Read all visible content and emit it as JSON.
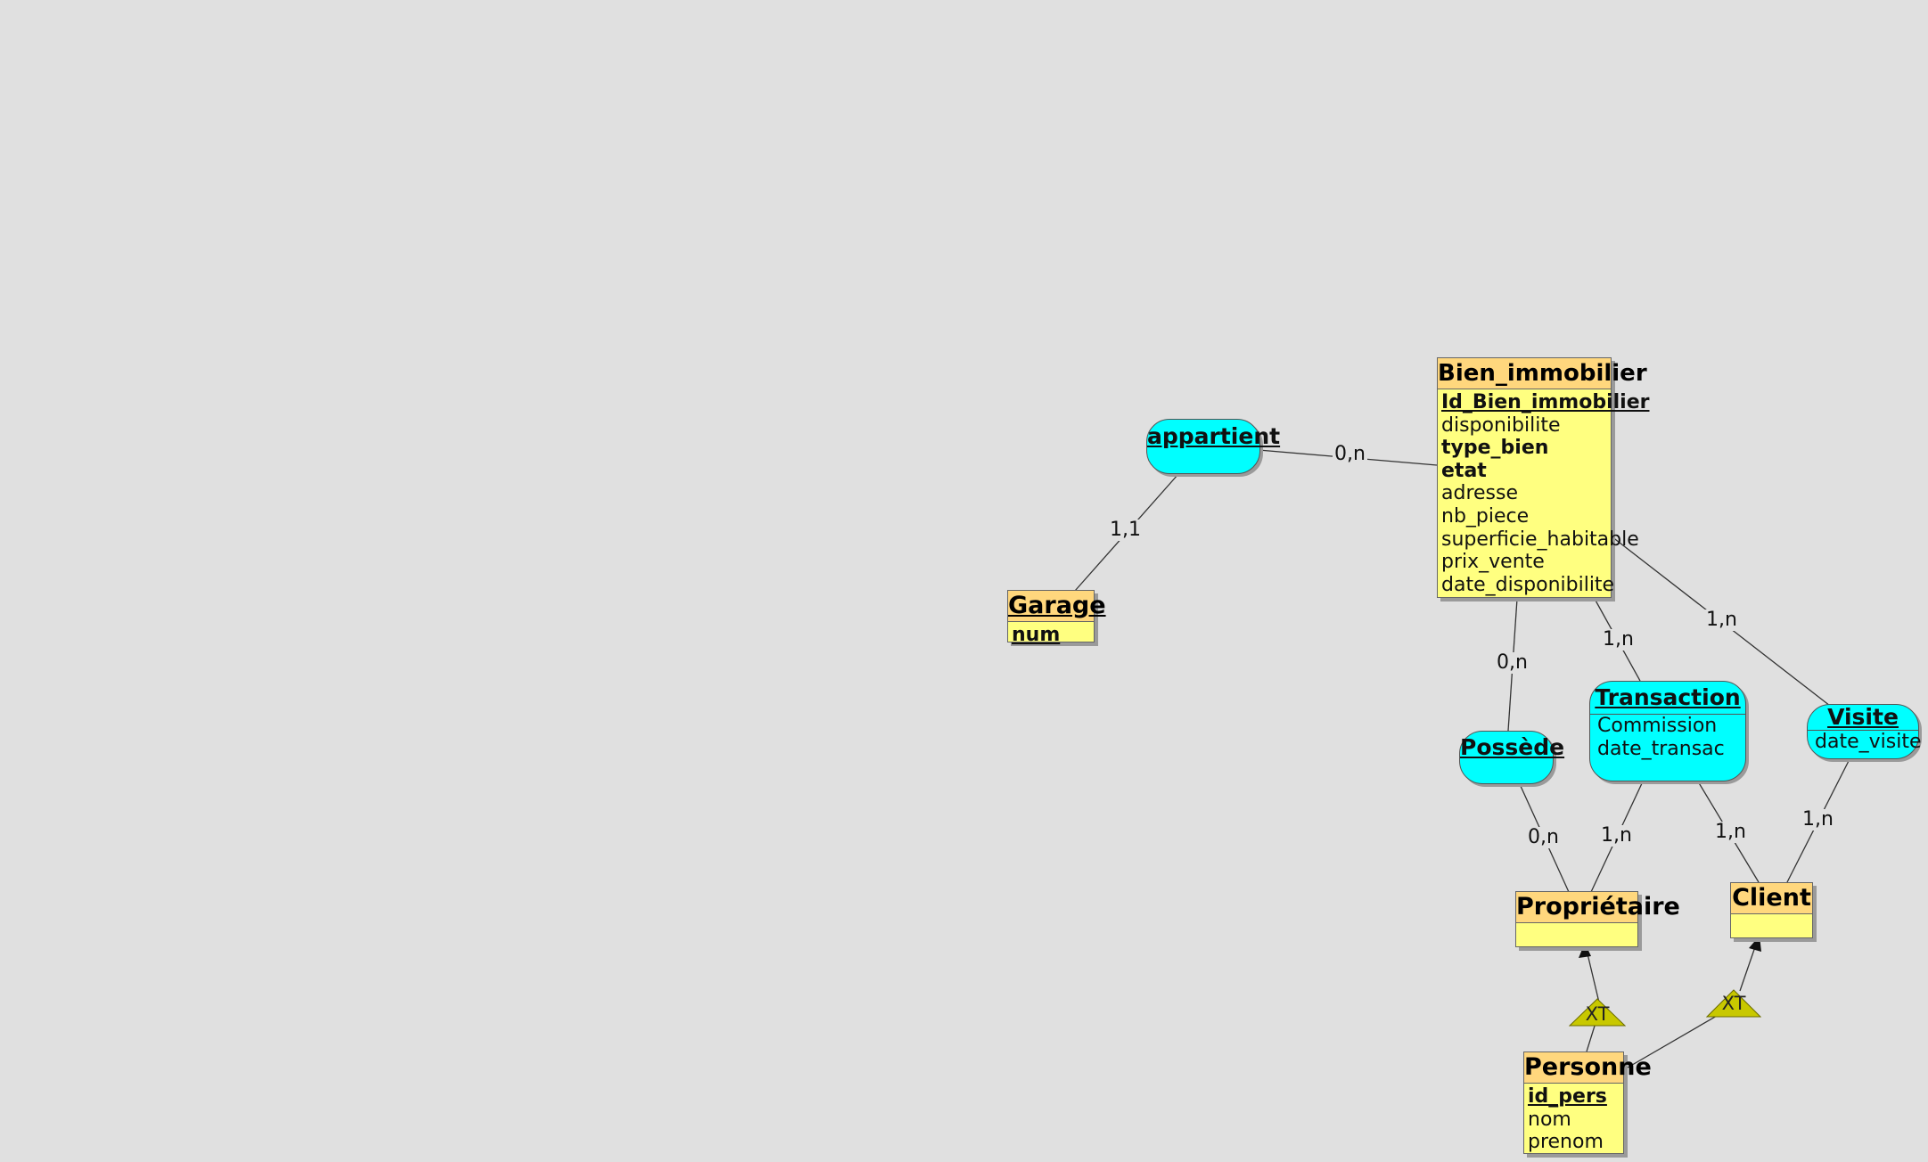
{
  "entities": {
    "bien": {
      "name": "Bien_immobilier",
      "key": "Id_Bien_immobilier",
      "attrs": [
        "disponibilite",
        "type_bien",
        "etat",
        "adresse",
        "nb_piece",
        "superficie_habitable",
        "prix_vente",
        "date_disponibilite"
      ]
    },
    "garage": {
      "name": "Garage",
      "key": "num"
    },
    "proprietaire": {
      "name": "Propriétaire"
    },
    "client": {
      "name": "Client"
    },
    "personne": {
      "name": "Personne",
      "key": "id_pers",
      "attrs": [
        "nom",
        "prenom"
      ]
    }
  },
  "associations": {
    "appartient": {
      "name": "appartient"
    },
    "possede": {
      "name": "Possède"
    },
    "transaction": {
      "name": "Transaction",
      "attrs": [
        "Commission",
        "date_transac"
      ]
    },
    "visite": {
      "name": "Visite",
      "attrs": [
        "date_visite"
      ]
    }
  },
  "cardinalities": {
    "appartient_bien": "0,n",
    "appartient_garage": "1,1",
    "possede_bien": "0,n",
    "possede_proprietaire": "0,n",
    "transaction_bien": "1,n",
    "transaction_proprietaire": "1,n",
    "transaction_client": "1,n",
    "visite_bien": "1,n",
    "visite_client": "1,n"
  },
  "inheritance": {
    "proprietaire_label": "XT",
    "client_label": "XT"
  },
  "colors": {
    "background": "#e0e0e0",
    "entity_body": "#ffff80",
    "entity_header": "#ffd77d",
    "association": "#00ffff",
    "inheritance_triangle": "#c8c800"
  }
}
